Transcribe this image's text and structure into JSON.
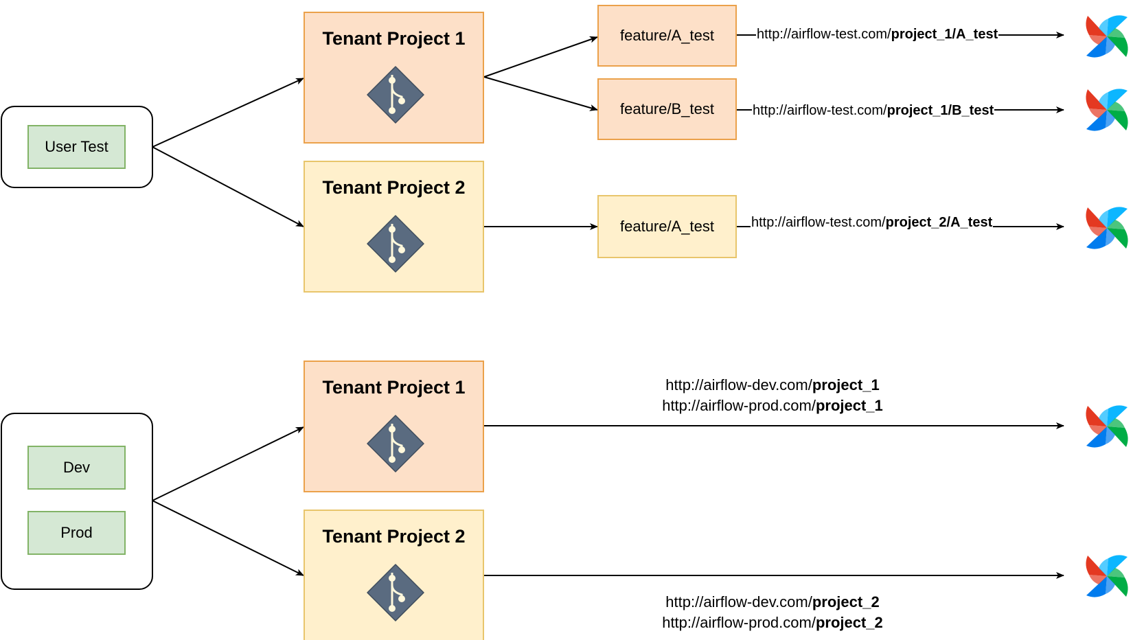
{
  "top_section": {
    "environment_group": {
      "items": [
        {
          "label": "User Test"
        }
      ]
    },
    "tenants": [
      {
        "title": "Tenant Project 1",
        "icon": "git-icon",
        "color": "#fde0c8",
        "branches": [
          {
            "label": "feature/A_test",
            "url_prefix": "http://airflow-test.com/",
            "url_path": "project_1/A_test",
            "target_icon": "airflow-icon"
          },
          {
            "label": "feature/B_test",
            "url_prefix": "http://airflow-test.com/",
            "url_path": "project_1/B_test",
            "target_icon": "airflow-icon"
          }
        ]
      },
      {
        "title": "Tenant Project 2",
        "icon": "git-icon",
        "color": "#fff0cc",
        "branches": [
          {
            "label": "feature/A_test",
            "url_prefix": "http://airflow-test.com/",
            "url_path": "project_2/A_test",
            "target_icon": "airflow-icon"
          }
        ]
      }
    ]
  },
  "bottom_section": {
    "environment_group": {
      "items": [
        {
          "label": "Dev"
        },
        {
          "label": "Prod"
        }
      ]
    },
    "tenants": [
      {
        "title": "Tenant Project 1",
        "icon": "git-icon",
        "color": "#fde0c8",
        "urls": [
          {
            "prefix": "http://airflow-dev.com/",
            "path": "project_1"
          },
          {
            "prefix": "http://airflow-prod.com/",
            "path": "project_1"
          }
        ],
        "target_icon": "airflow-icon"
      },
      {
        "title": "Tenant Project 2",
        "icon": "git-icon",
        "color": "#fff0cc",
        "urls": [
          {
            "prefix": "http://airflow-dev.com/",
            "path": "project_2"
          },
          {
            "prefix": "http://airflow-prod.com/",
            "path": "project_2"
          }
        ],
        "target_icon": "airflow-icon"
      }
    ]
  },
  "colors": {
    "env_fill": "#d5e8d4",
    "env_border": "#82b366",
    "tenant_orange": "#fde0c8",
    "tenant_yellow": "#fff0cc",
    "git_icon": "#5a6b80",
    "airflow_red": "#e43921",
    "airflow_blue": "#0cb6ff",
    "airflow_green": "#00ad46",
    "airflow_dark_blue": "#017cee"
  }
}
